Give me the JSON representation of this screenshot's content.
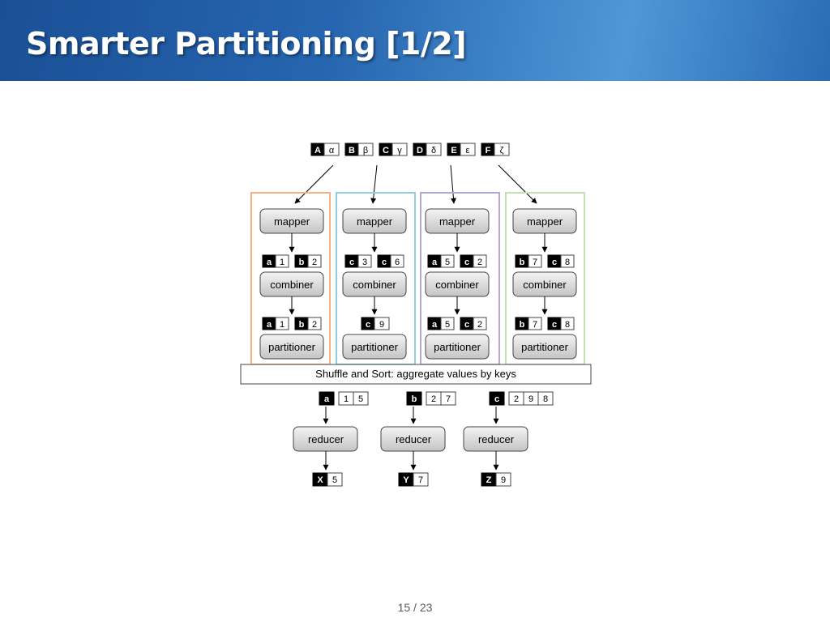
{
  "slide": {
    "title": "Smarter Partitioning [1/2]",
    "page": "15 / 23"
  },
  "diagram": {
    "inputs": [
      {
        "key": "A",
        "value": "α"
      },
      {
        "key": "B",
        "value": "β"
      },
      {
        "key": "C",
        "value": "γ"
      },
      {
        "key": "D",
        "value": "δ"
      },
      {
        "key": "E",
        "value": "ε"
      },
      {
        "key": "F",
        "value": "ζ"
      }
    ],
    "mapper_groups": [
      {
        "border_color": "#f4b183",
        "mapper_label": "mapper",
        "mapper_output": [
          {
            "key": "a",
            "value": "1"
          },
          {
            "key": "b",
            "value": "2"
          }
        ],
        "combiner_label": "combiner",
        "combiner_output": [
          {
            "key": "a",
            "value": "1"
          },
          {
            "key": "b",
            "value": "2"
          }
        ],
        "partitioner_label": "partitioner"
      },
      {
        "border_color": "#92cddc",
        "mapper_label": "mapper",
        "mapper_output": [
          {
            "key": "c",
            "value": "3"
          },
          {
            "key": "c",
            "value": "6"
          }
        ],
        "combiner_label": "combiner",
        "combiner_output": [
          {
            "key": "c",
            "value": "9"
          }
        ],
        "partitioner_label": "partitioner"
      },
      {
        "border_color": "#b4a7d6",
        "mapper_label": "mapper",
        "mapper_output": [
          {
            "key": "a",
            "value": "5"
          },
          {
            "key": "c",
            "value": "2"
          }
        ],
        "combiner_label": "combiner",
        "combiner_output": [
          {
            "key": "a",
            "value": "5"
          },
          {
            "key": "c",
            "value": "2"
          }
        ],
        "partitioner_label": "partitioner"
      },
      {
        "border_color": "#c5e0b4",
        "mapper_label": "mapper",
        "mapper_output": [
          {
            "key": "b",
            "value": "7"
          },
          {
            "key": "c",
            "value": "8"
          }
        ],
        "combiner_label": "combiner",
        "combiner_output": [
          {
            "key": "b",
            "value": "7"
          },
          {
            "key": "c",
            "value": "8"
          }
        ],
        "partitioner_label": "partitioner"
      }
    ],
    "shuffle_label": "Shuffle and Sort: aggregate values by keys",
    "reducer_groups": [
      {
        "key": "a",
        "values": [
          "1",
          "5"
        ],
        "reducer_label": "reducer",
        "output": {
          "key": "X",
          "value": "5"
        }
      },
      {
        "key": "b",
        "values": [
          "2",
          "7"
        ],
        "reducer_label": "reducer",
        "output": {
          "key": "Y",
          "value": "7"
        }
      },
      {
        "key": "c",
        "values": [
          "2",
          "9",
          "8"
        ],
        "reducer_label": "reducer",
        "output": {
          "key": "Z",
          "value": "9"
        }
      }
    ]
  }
}
